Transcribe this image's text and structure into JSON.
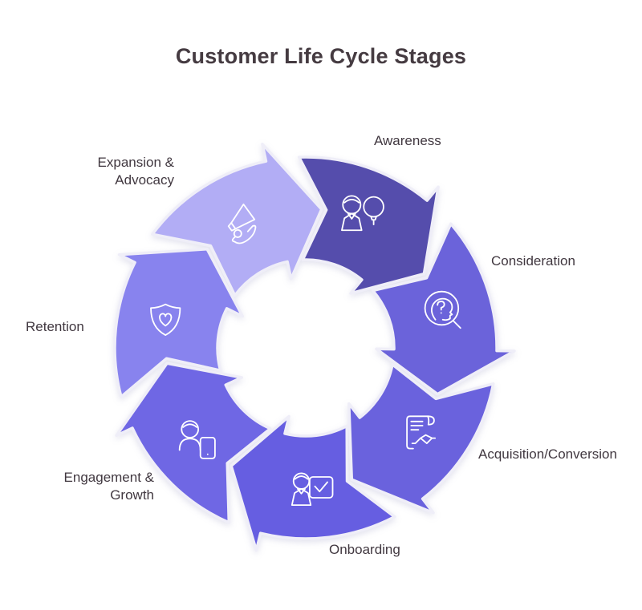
{
  "title": "Customer Life Cycle Stages",
  "diagram": {
    "type": "cycle",
    "direction": "clockwise",
    "outline_color": "#EFEEF8",
    "icon_stroke_color": "#FFFFFF",
    "label_color": "#413840",
    "stages": [
      {
        "name": "awareness",
        "label": "Awareness",
        "color": "#554DAC",
        "icon": "person-lightbulb-icon"
      },
      {
        "name": "consideration",
        "label": "Consideration",
        "color": "#6B63DA",
        "icon": "head-magnifier-icon"
      },
      {
        "name": "acquisition-conversion",
        "label": "Acquisition/Conversion",
        "color": "#6A62DD",
        "icon": "contract-handshake-icon"
      },
      {
        "name": "onboarding",
        "label": "Onboarding",
        "color": "#665EE1",
        "icon": "person-checkboard-icon"
      },
      {
        "name": "engagement-growth",
        "label": "Engagement & Growth",
        "color": "#6F67E4",
        "icon": "person-tablet-icon"
      },
      {
        "name": "retention",
        "label": "Retention",
        "color": "#8883EE",
        "icon": "shield-heart-icon"
      },
      {
        "name": "expansion-advocacy",
        "label": "Expansion & Advocacy",
        "color": "#B2ADF5",
        "icon": "hand-megaphone-icon"
      }
    ]
  }
}
